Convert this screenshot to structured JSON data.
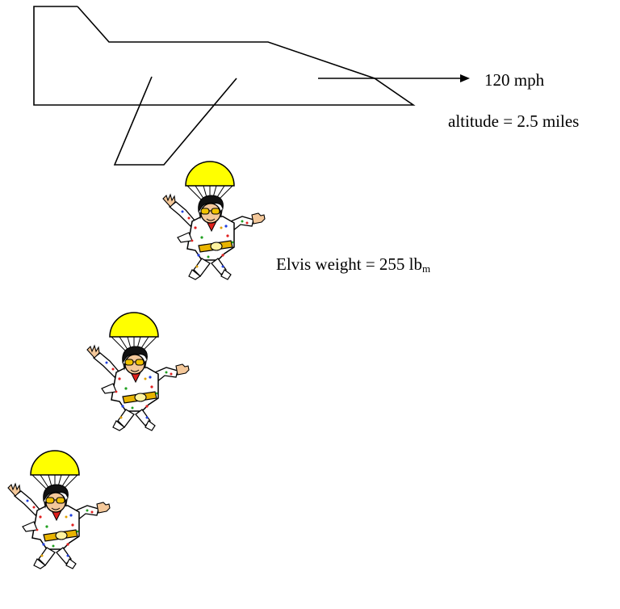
{
  "diagram": {
    "speed_label": "120 mph",
    "altitude_label": "altitude = 2.5 miles",
    "weight_label_main": "Elvis weight = 255 lb",
    "weight_label_sub": "m"
  },
  "colors": {
    "stroke": "#000000",
    "parachute": "#ffff00",
    "suit": "#ffffff",
    "hair": "#111111",
    "skin": "#f4c89a",
    "goggles": "#f2c200",
    "shirt": "#e0201c",
    "belt": "#e8b400",
    "dots": [
      "#e02020",
      "#2040e0",
      "#20a020",
      "#e0a000"
    ]
  },
  "icons": [
    "airplane-outline-icon",
    "velocity-arrow-icon",
    "parachuting-elvis-icon"
  ]
}
